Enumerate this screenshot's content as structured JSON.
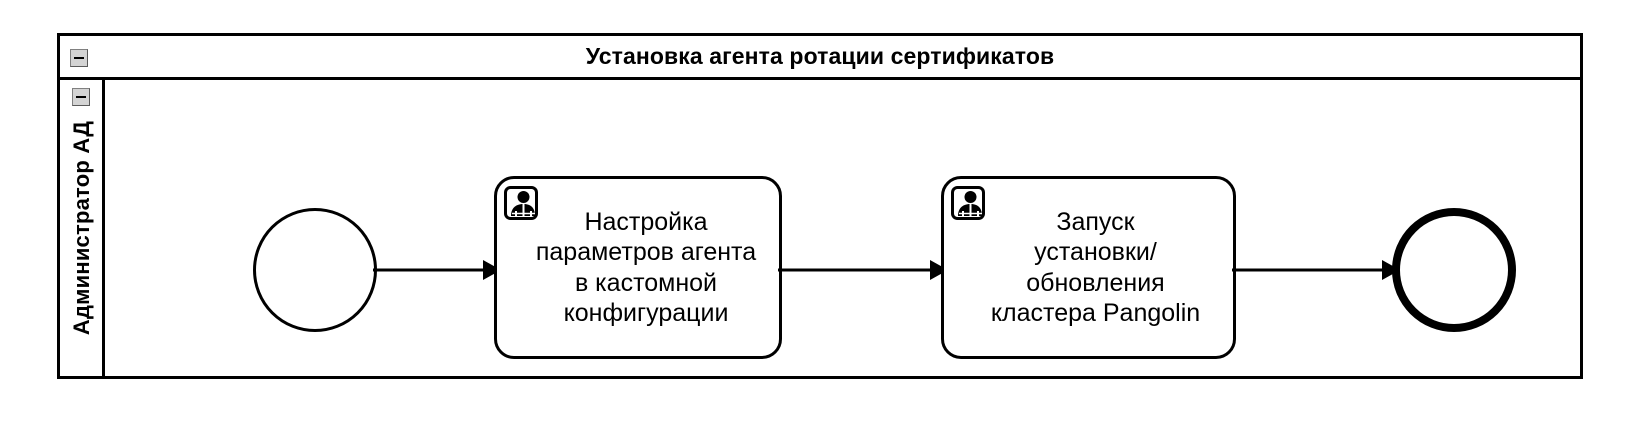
{
  "diagram": {
    "type": "bpmn-process",
    "pool": {
      "title": "Установка агента ротации сертификатов",
      "collapse_icon": "minus-collapse-icon"
    },
    "lane": {
      "label": "Администратор АД",
      "collapse_icon": "minus-collapse-icon"
    },
    "nodes": [
      {
        "id": "start",
        "type": "start-event",
        "label": ""
      },
      {
        "id": "task1",
        "type": "user-task",
        "marker": "user-icon",
        "label": "Настройка\nпараметров агента\nв кастомной\nконфигурации"
      },
      {
        "id": "task2",
        "type": "user-task",
        "marker": "user-icon",
        "label": "Запуск\nустановки/\nобновления\nкластера Pangolin"
      },
      {
        "id": "end",
        "type": "end-event",
        "label": ""
      }
    ],
    "connectors": [
      {
        "id": "flow1",
        "from": "start",
        "to": "task1"
      },
      {
        "id": "flow2",
        "from": "task1",
        "to": "task2"
      },
      {
        "id": "flow3",
        "from": "task2",
        "to": "end"
      }
    ],
    "colors": {
      "stroke": "#000000",
      "background": "#ffffff",
      "icon_face": "#d4d4d4",
      "icon_border": "#808080"
    }
  }
}
